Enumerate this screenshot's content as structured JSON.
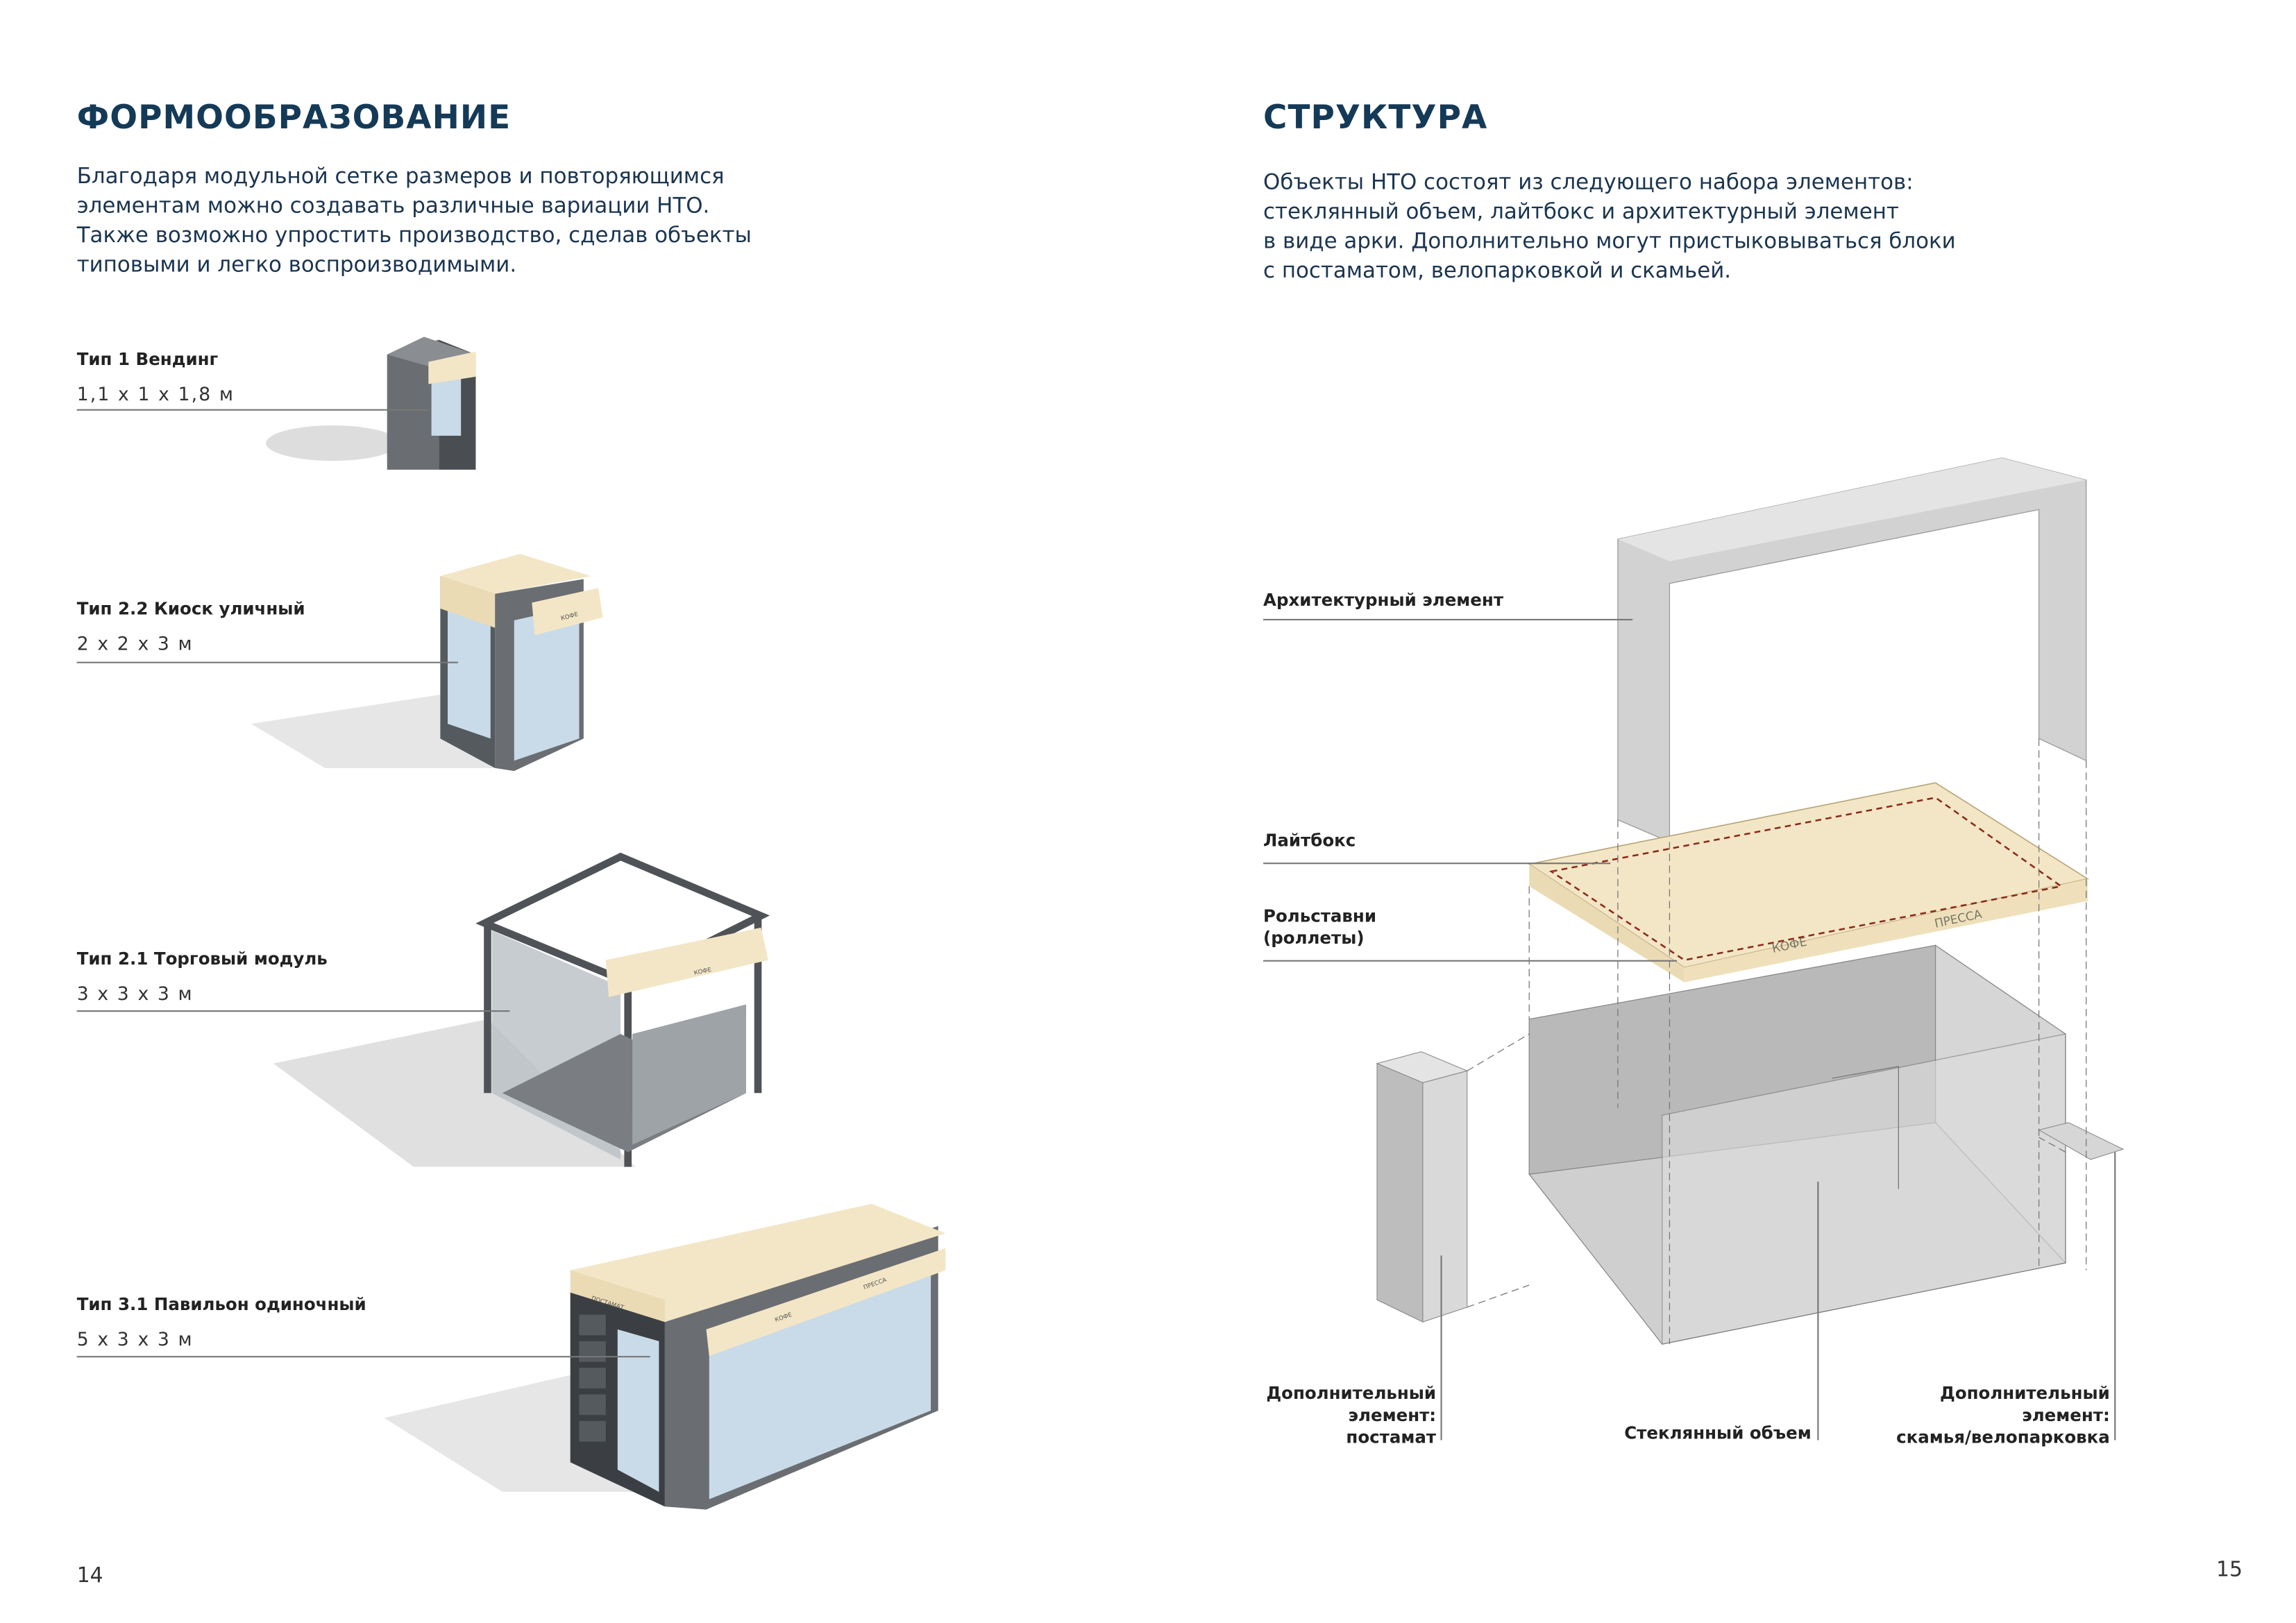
{
  "left_page": {
    "title": "ФОРМООБРАЗОВАНИЕ",
    "paragraph": "Благодаря модульной сетке размеров и повторяющимся\nэлементам можно создавать различные вариации НТО.\nТакже возможно упростить производство, сделав объекты\nтиповыми и легко воспроизводимыми.",
    "types": [
      {
        "name": "Тип 1 Вендинг",
        "size": "1,1 х 1 х 1,8 м"
      },
      {
        "name": "Тип 2.2 Киоск уличный",
        "size": "2 х 2 х 3 м"
      },
      {
        "name": "Тип 2.1 Торговый модуль",
        "size": "3 х 3 х 3 м"
      },
      {
        "name": "Тип 3.1 Павильон одиночный",
        "size": "5 х 3 х 3 м"
      }
    ],
    "signage": {
      "coffee": "КОФЕ",
      "press": "ПРЕССА",
      "postamat": "ПОСТАМАТ"
    },
    "page_number": "14"
  },
  "right_page": {
    "title": "СТРУКТУРА",
    "paragraph": "Объекты НТО состоят из следующего набора элементов:\nстеклянный объем, лайтбокс и архитектурный элемент\nв виде арки. Дополнительно могут пристыковываться блоки\nс постаматом, велопарковкой и скамьей.",
    "labels": {
      "arch": "Архитектурный элемент",
      "lightbox": "Лайтбокс",
      "shutters": "Рольставни\n(роллеты)",
      "postamat": "Дополнительный\nэлемент:\nпостамат",
      "glass": "Стеклянный объем",
      "bench": "Дополнительный\nэлемент:\nскамья/велопарковка"
    },
    "signage": {
      "coffee": "КОФЕ",
      "press": "ПРЕССА"
    },
    "page_number": "15"
  },
  "colors": {
    "title": "#143a57",
    "lightbox": "#f3e6c6",
    "frame": "#5b5f63",
    "glass": "#c9dbe8",
    "arch": "#d2d2d2"
  }
}
